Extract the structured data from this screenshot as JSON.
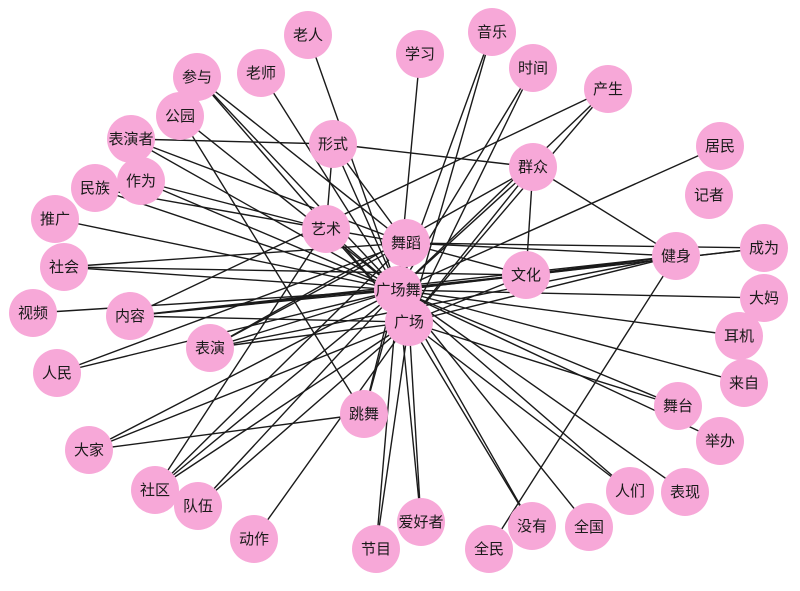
{
  "graph": {
    "node_color": "#f7a8d8",
    "edge_color": "#1a1a1a",
    "nodes": [
      {
        "id": "guangchangwu",
        "label": "广场舞"
      },
      {
        "id": "guangchang",
        "label": "广场"
      },
      {
        "id": "wudao",
        "label": "舞蹈"
      },
      {
        "id": "yishu",
        "label": "艺术"
      },
      {
        "id": "wenhua",
        "label": "文化"
      },
      {
        "id": "qunzhong",
        "label": "群众"
      },
      {
        "id": "jianshen",
        "label": "健身"
      },
      {
        "id": "xingshi",
        "label": "形式"
      },
      {
        "id": "tiaowu",
        "label": "跳舞"
      },
      {
        "id": "biaoyan",
        "label": "表演"
      },
      {
        "id": "neirong",
        "label": "内容"
      },
      {
        "id": "laoren",
        "label": "老人"
      },
      {
        "id": "yinyue",
        "label": "音乐"
      },
      {
        "id": "xuexi",
        "label": "学习"
      },
      {
        "id": "shijian",
        "label": "时间"
      },
      {
        "id": "chansheng",
        "label": "产生"
      },
      {
        "id": "canyu",
        "label": "参与"
      },
      {
        "id": "laoshi",
        "label": "老师"
      },
      {
        "id": "gongyuan",
        "label": "公园"
      },
      {
        "id": "biaoyanzhe",
        "label": "表演者"
      },
      {
        "id": "minzu",
        "label": "民族"
      },
      {
        "id": "zuowei",
        "label": "作为"
      },
      {
        "id": "tuiguang",
        "label": "推广"
      },
      {
        "id": "shehui",
        "label": "社会"
      },
      {
        "id": "shipin",
        "label": "视频"
      },
      {
        "id": "renmin",
        "label": "人民"
      },
      {
        "id": "dajia",
        "label": "大家"
      },
      {
        "id": "shequ",
        "label": "社区"
      },
      {
        "id": "duiwu",
        "label": "队伍"
      },
      {
        "id": "dongzuo",
        "label": "动作"
      },
      {
        "id": "jiemu",
        "label": "节目"
      },
      {
        "id": "aihaozhe",
        "label": "爱好者"
      },
      {
        "id": "quanmin",
        "label": "全民"
      },
      {
        "id": "meiyou",
        "label": "没有"
      },
      {
        "id": "quanguo",
        "label": "全国"
      },
      {
        "id": "renmen",
        "label": "人们"
      },
      {
        "id": "biaoxian",
        "label": "表现"
      },
      {
        "id": "jubang",
        "label": "举办"
      },
      {
        "id": "wutai",
        "label": "舞台"
      },
      {
        "id": "laizi",
        "label": "来自"
      },
      {
        "id": "erji",
        "label": "耳机"
      },
      {
        "id": "dama",
        "label": "大妈"
      },
      {
        "id": "chengwei",
        "label": "成为"
      },
      {
        "id": "jizhe",
        "label": "记者"
      },
      {
        "id": "jumin",
        "label": "居民"
      }
    ],
    "edges": [
      [
        "guangchangwu",
        "guangchang"
      ],
      [
        "guangchangwu",
        "wudao"
      ],
      [
        "guangchangwu",
        "yishu"
      ],
      [
        "guangchangwu",
        "wenhua"
      ],
      [
        "guangchangwu",
        "qunzhong"
      ],
      [
        "guangchangwu",
        "jianshen"
      ],
      [
        "guangchangwu",
        "xingshi"
      ],
      [
        "guangchangwu",
        "tiaowu"
      ],
      [
        "guangchangwu",
        "biaoyan"
      ],
      [
        "guangchangwu",
        "neirong"
      ],
      [
        "guangchangwu",
        "laoren"
      ],
      [
        "guangchangwu",
        "yinyue"
      ],
      [
        "guangchangwu",
        "xuexi"
      ],
      [
        "guangchangwu",
        "shijian"
      ],
      [
        "guangchangwu",
        "chansheng"
      ],
      [
        "guangchangwu",
        "canyu"
      ],
      [
        "guangchangwu",
        "laoshi"
      ],
      [
        "guangchangwu",
        "gongyuan"
      ],
      [
        "guangchangwu",
        "biaoyanzhe"
      ],
      [
        "guangchangwu",
        "minzu"
      ],
      [
        "guangchangwu",
        "zuowei"
      ],
      [
        "guangchangwu",
        "tuiguang"
      ],
      [
        "guangchangwu",
        "shehui"
      ],
      [
        "guangchangwu",
        "shipin"
      ],
      [
        "guangchangwu",
        "renmin"
      ],
      [
        "guangchangwu",
        "dajia"
      ],
      [
        "guangchangwu",
        "shequ"
      ],
      [
        "guangchangwu",
        "duiwu"
      ],
      [
        "guangchangwu",
        "jiemu"
      ],
      [
        "guangchangwu",
        "aihaozhe"
      ],
      [
        "guangchangwu",
        "meiyou"
      ],
      [
        "guangchangwu",
        "quanguo"
      ],
      [
        "guangchangwu",
        "renmen"
      ],
      [
        "guangchangwu",
        "biaoxian"
      ],
      [
        "guangchangwu",
        "wutai"
      ],
      [
        "guangchangwu",
        "jubang"
      ],
      [
        "guangchangwu",
        "laizi"
      ],
      [
        "guangchangwu",
        "erji"
      ],
      [
        "guangchangwu",
        "dama"
      ],
      [
        "guangchangwu",
        "chengwei"
      ],
      [
        "guangchangwu",
        "jumin"
      ],
      [
        "guangchang",
        "wudao"
      ],
      [
        "guangchang",
        "yishu"
      ],
      [
        "guangchang",
        "wenhua"
      ],
      [
        "guangchang",
        "qunzhong"
      ],
      [
        "guangchang",
        "jianshen"
      ],
      [
        "guangchang",
        "biaoyan"
      ],
      [
        "guangchang",
        "neirong"
      ],
      [
        "guangchang",
        "dajia"
      ],
      [
        "guangchang",
        "shequ"
      ],
      [
        "guangchang",
        "duiwu"
      ],
      [
        "guangchang",
        "dongzuo"
      ],
      [
        "guangchang",
        "jiemu"
      ],
      [
        "guangchang",
        "aihaozhe"
      ],
      [
        "guangchang",
        "meiyou"
      ],
      [
        "guangchang",
        "renmen"
      ],
      [
        "guangchang",
        "wutai"
      ],
      [
        "guangchang",
        "yinyue"
      ],
      [
        "guangchang",
        "shijian"
      ],
      [
        "guangchang",
        "chansheng"
      ],
      [
        "guangchang",
        "canyu"
      ],
      [
        "wudao",
        "yishu"
      ],
      [
        "wudao",
        "wenhua"
      ],
      [
        "wudao",
        "jianshen"
      ],
      [
        "wudao",
        "xingshi"
      ],
      [
        "wudao",
        "tiaowu"
      ],
      [
        "wudao",
        "biaoyan"
      ],
      [
        "wudao",
        "chengwei"
      ],
      [
        "wudao",
        "canyu"
      ],
      [
        "wudao",
        "biaoyanzhe"
      ],
      [
        "wudao",
        "shehui"
      ],
      [
        "wudao",
        "renmin"
      ],
      [
        "wudao",
        "shequ"
      ],
      [
        "yishu",
        "xingshi"
      ],
      [
        "yishu",
        "zuowei"
      ],
      [
        "yishu",
        "minzu"
      ],
      [
        "yishu",
        "shequ"
      ],
      [
        "wenhua",
        "qunzhong"
      ],
      [
        "wenhua",
        "jianshen"
      ],
      [
        "wenhua",
        "chengwei"
      ],
      [
        "wenhua",
        "shehui"
      ],
      [
        "wenhua",
        "neirong"
      ],
      [
        "qunzhong",
        "xingshi"
      ],
      [
        "qunzhong",
        "biaoyan"
      ],
      [
        "qunzhong",
        "jianshen"
      ],
      [
        "jianshen",
        "quanmin"
      ],
      [
        "jianshen",
        "neirong"
      ],
      [
        "jianshen",
        "biaoyan"
      ],
      [
        "tiaowu",
        "gongyuan"
      ],
      [
        "tiaowu",
        "dajia"
      ],
      [
        "neirong",
        "chansheng"
      ],
      [
        "xingshi",
        "biaoyanzhe"
      ]
    ]
  }
}
